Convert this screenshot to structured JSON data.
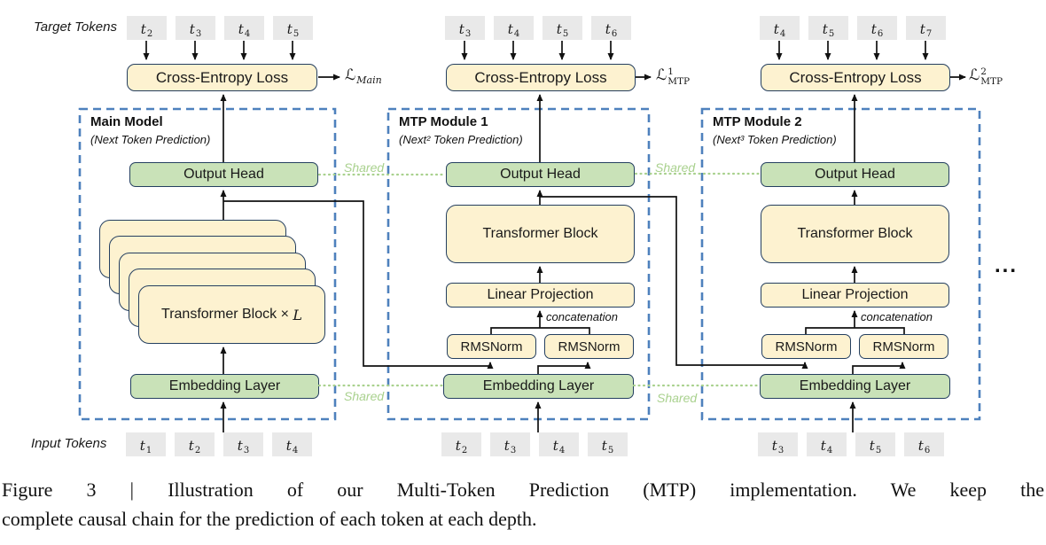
{
  "diagram": {
    "target_tokens_label": "Target Tokens",
    "input_tokens_label": "Input Tokens",
    "shared_label": "Shared",
    "ellipsis": "...",
    "colors": {
      "block_fill_cream": "#FDF2D0",
      "block_fill_green": "#C9E2B8",
      "block_border_navy": "#243F60",
      "token_fill_gray": "#E9E9E9",
      "module_dashed_blue": "#4E81BD",
      "shared_green": "#A9D18E",
      "connector_black": "#1a1a1a"
    },
    "modules": [
      {
        "title": "Main Model",
        "subtitle": "(Next Token Prediction)",
        "ce_label": "Cross-Entropy Loss",
        "loss": {
          "base": "ℒ",
          "sup": "",
          "sub": "Main"
        },
        "output_head_label": "Output Head",
        "stack_label": {
          "text": "Transformer Block ×",
          "var": "L"
        },
        "embedding_label": "Embedding Layer",
        "target_tokens": [
          {
            "b": "t",
            "s": "2"
          },
          {
            "b": "t",
            "s": "3"
          },
          {
            "b": "t",
            "s": "4"
          },
          {
            "b": "t",
            "s": "5"
          }
        ],
        "input_tokens": [
          {
            "b": "t",
            "s": "1"
          },
          {
            "b": "t",
            "s": "2"
          },
          {
            "b": "t",
            "s": "3"
          },
          {
            "b": "t",
            "s": "4"
          }
        ]
      },
      {
        "title": "MTP Module 1",
        "subtitle": "(Next² Token Prediction)",
        "ce_label": "Cross-Entropy Loss",
        "loss": {
          "base": "ℒ",
          "sup": "1",
          "sub": "MTP"
        },
        "output_head_label": "Output Head",
        "transformer_block_label": "Transformer Block",
        "linear_projection_label": "Linear Projection",
        "concatenation_label": "concatenation",
        "rmsnorm_left_label": "RMSNorm",
        "rmsnorm_right_label": "RMSNorm",
        "embedding_label": "Embedding Layer",
        "target_tokens": [
          {
            "b": "t",
            "s": "3"
          },
          {
            "b": "t",
            "s": "4"
          },
          {
            "b": "t",
            "s": "5"
          },
          {
            "b": "t",
            "s": "6"
          }
        ],
        "input_tokens": [
          {
            "b": "t",
            "s": "2"
          },
          {
            "b": "t",
            "s": "3"
          },
          {
            "b": "t",
            "s": "4"
          },
          {
            "b": "t",
            "s": "5"
          }
        ]
      },
      {
        "title": "MTP Module 2",
        "subtitle": "(Next³ Token Prediction)",
        "ce_label": "Cross-Entropy Loss",
        "loss": {
          "base": "ℒ",
          "sup": "2",
          "sub": "MTP"
        },
        "output_head_label": "Output Head",
        "transformer_block_label": "Transformer Block",
        "linear_projection_label": "Linear Projection",
        "concatenation_label": "concatenation",
        "rmsnorm_left_label": "RMSNorm",
        "rmsnorm_right_label": "RMSNorm",
        "embedding_label": "Embedding Layer",
        "target_tokens": [
          {
            "b": "t",
            "s": "4"
          },
          {
            "b": "t",
            "s": "5"
          },
          {
            "b": "t",
            "s": "6"
          },
          {
            "b": "t",
            "s": "7"
          }
        ],
        "input_tokens": [
          {
            "b": "t",
            "s": "3"
          },
          {
            "b": "t",
            "s": "4"
          },
          {
            "b": "t",
            "s": "5"
          },
          {
            "b": "t",
            "s": "6"
          }
        ]
      }
    ],
    "caption": {
      "line1": "Figure 3 | Illustration of our Multi-Token Prediction (MTP) implementation.  We keep the",
      "line2": "complete causal chain for the prediction of each token at each depth."
    }
  }
}
